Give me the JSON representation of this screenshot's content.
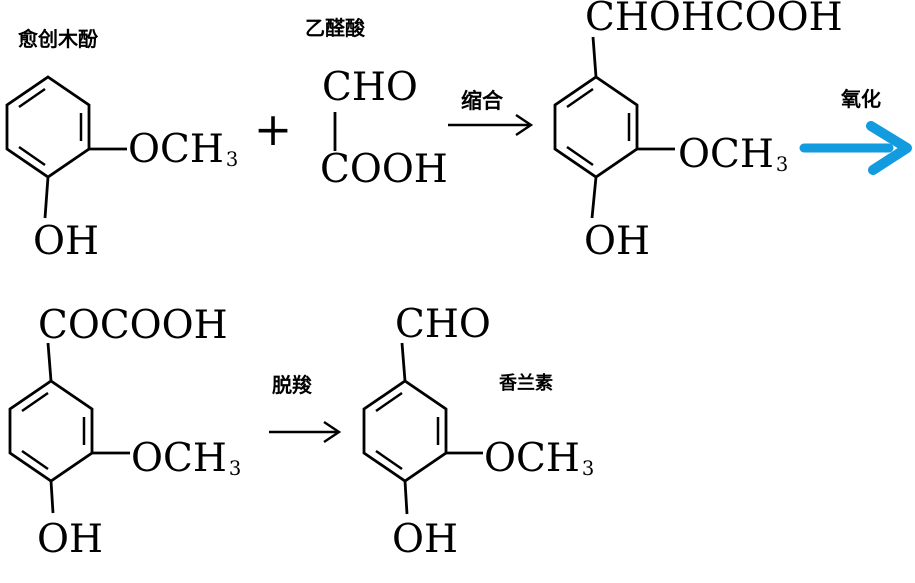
{
  "background": "#ffffff",
  "colors": {
    "line": "#000000",
    "text": "#000000",
    "oxidation_arrow": "#129BDF"
  },
  "labels": {
    "guaiacol": "愈创木酚",
    "glyoxylic_acid": "乙醛酸",
    "vanillin": "香兰素"
  },
  "steps": {
    "condensation": "缩合",
    "oxidation": "氧化",
    "decarboxylation": "脱羧"
  },
  "operators": {
    "plus": "+"
  },
  "groups": {
    "och3_base": "OCH",
    "och3_sub": "3",
    "oh": "OH",
    "cho": "CHO",
    "cooh": "COOH",
    "chohcooh": "CHOHCOOH",
    "cocooh": "COCOOH"
  }
}
